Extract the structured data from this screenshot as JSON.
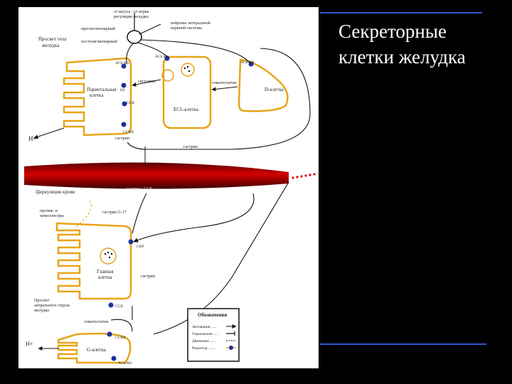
{
  "slide": {
    "title": "Секреторные клетки желудка"
  },
  "colors": {
    "background": "#000000",
    "title": "#ffffff",
    "accent_rule": "#2f56c8",
    "cell_outline": "#e8a317",
    "blood_vessel": "#b30000",
    "receptor": "#1f2fa0",
    "pathway": "#111111"
  },
  "diagram": {
    "labels": {
      "vagus_top": "от вагуса / от нерва",
      "vagus_top2": "регуляции желудка",
      "enteric": "нейроны энтеральной",
      "enteric2": "нервной системы",
      "preganglionic": "преганглионарный",
      "postganglionic": "постганглионарный",
      "body_lumen": "Просвет тела",
      "body_lumen2": "желудка",
      "parietal": "Париетальная",
      "parietal2": "клетка",
      "ach_m3": "ACh M3",
      "h2": "H2",
      "cck_b": "CCK",
      "ccks": "CCKB",
      "gastrin_label": "гастрин",
      "h_plus_top": "H+",
      "ach_m1": "ACh M1",
      "histamine": "гистамин",
      "ecl": "ECL-клетка",
      "ach_d": "ACh M3",
      "somatostatin": "соматостатин",
      "d_cell": "D-клетка",
      "gastrin_mid": "гастрин",
      "circulation": "Циркуляция крови",
      "gastrin_blood": "гастрин / CCK",
      "stretch": "протяж. и",
      "stretch2": "хемосенсоры",
      "chief": "Главная",
      "chief2": "клетка",
      "grp": "GRP",
      "gastrin_low": "гастрин",
      "gastrin_17": "гастрин G-17",
      "antrum": "Просвет",
      "antrum2": "антрального отдела",
      "antrum3": "желудка",
      "sst_low": "соматостатин",
      "g_cell": "G-клетка",
      "ccka": "CCK",
      "h_plus_low": "H+",
      "ach_low": "ACh M3"
    },
    "legend": {
      "title": "Обозначения",
      "items": [
        {
          "label": "Активация ......",
          "kind": "activate"
        },
        {
          "label": "Торможение ....",
          "kind": "inhibit"
        },
        {
          "label": "Движение ......",
          "kind": "move"
        },
        {
          "label": "Рецептор .......",
          "kind": "receptor"
        }
      ]
    }
  }
}
